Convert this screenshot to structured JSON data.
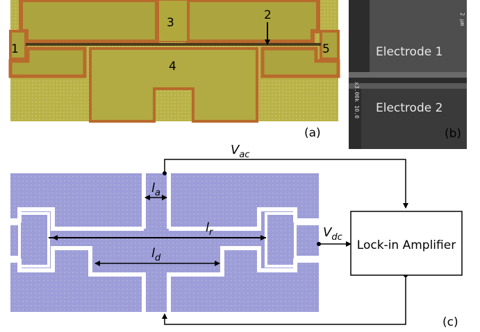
{
  "panel_a": {
    "label": "(a)",
    "markers": [
      "1",
      "2",
      "3",
      "4",
      "5"
    ]
  },
  "panel_b": {
    "label": "(b)",
    "electrode_top": "Electrode 1",
    "electrode_bottom": "Electrode 2",
    "side_text": "x3.00k 10.0",
    "corner_text": "2 μm"
  },
  "panel_c": {
    "label": "(c)",
    "v_ac": "V",
    "v_ac_sub": "ac",
    "v_dc": "V",
    "v_dc_sub": "dc",
    "l_a": "l",
    "l_a_sub": "a",
    "l_r": "l",
    "l_r_sub": "r",
    "l_d": "l",
    "l_d_sub": "d",
    "amplifier": "Lock-in Amplifier"
  },
  "colors": {
    "photo_bg": "#b8b046",
    "photo_electrode": "#a8a23c",
    "photo_edge": "#b86a2c",
    "sem_bg": "#2a2a2a",
    "sem_electrode": "#4a4a4a",
    "schematic_fill": "#9a9ad6"
  }
}
